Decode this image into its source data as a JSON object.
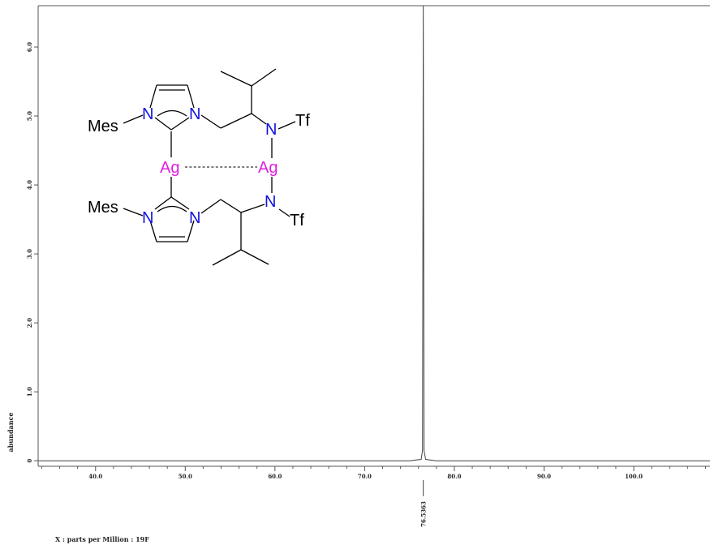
{
  "chart_data": {
    "type": "line",
    "title": "",
    "xlabel": "X : parts per Million : 19F",
    "ylabel": "abundance",
    "xlim": [
      33.6,
      108.5
    ],
    "ylim": [
      -0.08,
      6.6
    ],
    "x_ticks": [
      "40.0",
      "50.0",
      "60.0",
      "70.0",
      "80.0",
      "90.0",
      "100.0"
    ],
    "y_ticks": [
      "0",
      "1.0",
      "2.0",
      "3.0",
      "4.0",
      "5.0",
      "6.0"
    ],
    "grid": false,
    "series": [
      {
        "x": [
          33.6,
          40,
          50,
          60,
          70,
          75,
          76.3,
          76.45,
          76.5363,
          76.62,
          76.8,
          78,
          85,
          95,
          108.5
        ],
        "y": [
          0,
          0,
          0,
          0,
          0,
          0,
          0.02,
          0.15,
          6.6,
          0.15,
          0.02,
          0,
          0,
          0,
          0
        ]
      }
    ],
    "peak_labels": [
      {
        "x": 76.5363,
        "label": "76.5363"
      }
    ],
    "structure": {
      "atoms": {
        "mes": "Mes",
        "n": "N",
        "ag": "Ag",
        "tf": "Tf"
      },
      "colors": {
        "nitrogen": "#1010e0",
        "silver": "#e020e0",
        "bond": "#000000"
      }
    }
  }
}
